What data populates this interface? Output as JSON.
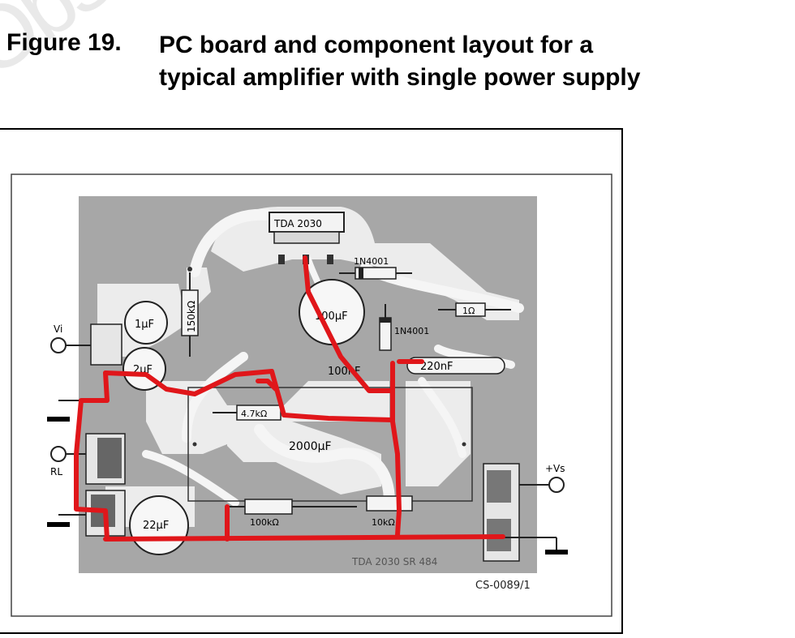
{
  "figure": {
    "label": "Figure 19.",
    "title": "PC board and component layout for a typical amplifier with single power supply",
    "watermark": "Obs"
  },
  "board": {
    "ic_label": "TDA 2030",
    "diode_top": "1N4001",
    "diode_mid": "1N4001",
    "cap_100uf": "100μF",
    "cap_1uf": "1μF",
    "cap_2uf": "2μF",
    "res_150k": "150kΩ",
    "res_1k": "1Ω",
    "cap_100nf": "100nF",
    "cap_220nf": "220nF",
    "res_4k7": "4.7kΩ",
    "cap_2000uf": "2000μF",
    "cap_22uf": "22μF",
    "res_100k": "100kΩ",
    "res_10k": "10kΩ",
    "vi_label": "Vi",
    "rl_label": "RL",
    "vs_label": "+Vs",
    "mirror_text": "TDA 2030  SR 484",
    "code": "CS-0089/1"
  },
  "colors": {
    "board_gray": "#a7a7a7",
    "copper_light": "#ececec",
    "highlight_trace": "#e0161a"
  }
}
